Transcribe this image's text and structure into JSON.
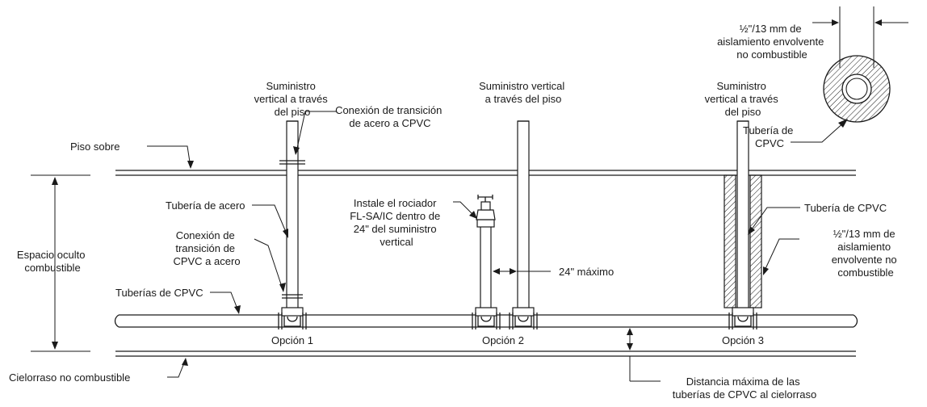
{
  "labels": {
    "supply1": [
      "Suministro",
      "vertical a través",
      "del piso"
    ],
    "supply2": [
      "Suministro vertical",
      "a través del piso"
    ],
    "supply3": [
      "Suministro",
      "vertical a través",
      "del piso"
    ],
    "transition_steel_cpvc": [
      "Conexión de transición",
      "de acero a CPVC"
    ],
    "floor_above": "Piso sobre",
    "steel_pipe": "Tubería de acero",
    "transition_cpvc_steel": [
      "Conexión de",
      "transición de",
      "CPVC a acero"
    ],
    "concealed_space": [
      "Espacio oculto",
      "combustible"
    ],
    "cpvc_pipes": "Tuberías de CPVC",
    "install_sprinkler": [
      "Instale el rociador",
      "FL-SA/IC dentro de",
      "24\" del suministro",
      "vertical"
    ],
    "max_24": "24\" máximo",
    "option1": "Opción 1",
    "option2": "Opción 2",
    "option3": "Opción 3",
    "ceiling": "Cielorraso no combustible",
    "max_distance": [
      "Distancia máxima de las",
      "tuberías de CPVC al cielorraso"
    ],
    "cpvc_pipe_right": "Tubería de CPVC",
    "insulation_right": [
      "½\"/13 mm de",
      "aislamiento",
      "envolvente no",
      "combustible"
    ],
    "insulation_detail": [
      "½\"/13 mm de",
      "aislamiento envolvente",
      "no combustible"
    ],
    "cpvc_pipe_detail": [
      "Tubería de",
      "CPVC"
    ]
  }
}
